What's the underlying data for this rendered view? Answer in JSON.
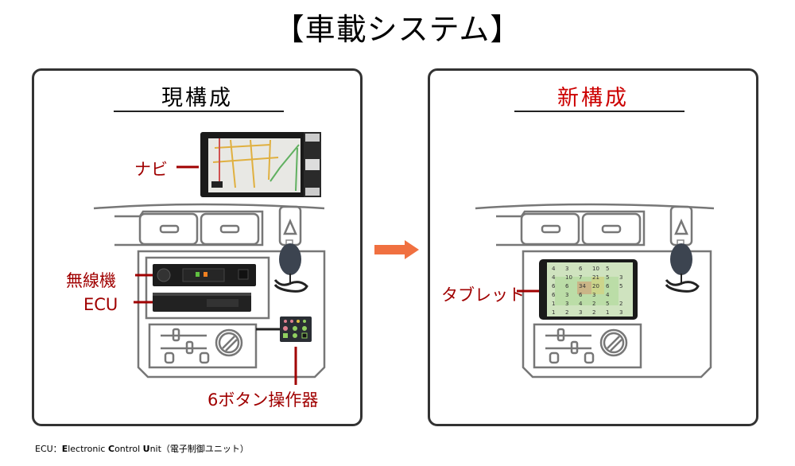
{
  "title": "【車載システム】",
  "panels": {
    "current": {
      "heading": "現構成",
      "heading_color": "#000000",
      "labels": {
        "navi": "ナビ",
        "radio": "無線機",
        "ecu": "ECU",
        "button_controller": "6ボタン操作器"
      }
    },
    "new": {
      "heading": "新構成",
      "heading_color": "#cc0000",
      "labels": {
        "tablet": "タブレット"
      },
      "tablet_map_numbers": [
        "4",
        "3",
        "6",
        "10",
        "5",
        "4",
        "10",
        "7",
        "21",
        "5",
        "3",
        "6",
        "6",
        "34",
        "20",
        "6",
        "5",
        "6",
        "3",
        "6",
        "3",
        "4",
        "1",
        "3",
        "4",
        "2",
        "5",
        "2",
        "1",
        "2",
        "3",
        "2",
        "1",
        "3"
      ]
    }
  },
  "arrow_color": "#f07040",
  "label_color": "#a00000",
  "footnote": {
    "prefix": "ECU：",
    "e": "E",
    "e_rest": "lectronic ",
    "c": "C",
    "c_rest": "ontrol ",
    "u": "U",
    "u_rest": "nit（電子制御ユニット）"
  }
}
